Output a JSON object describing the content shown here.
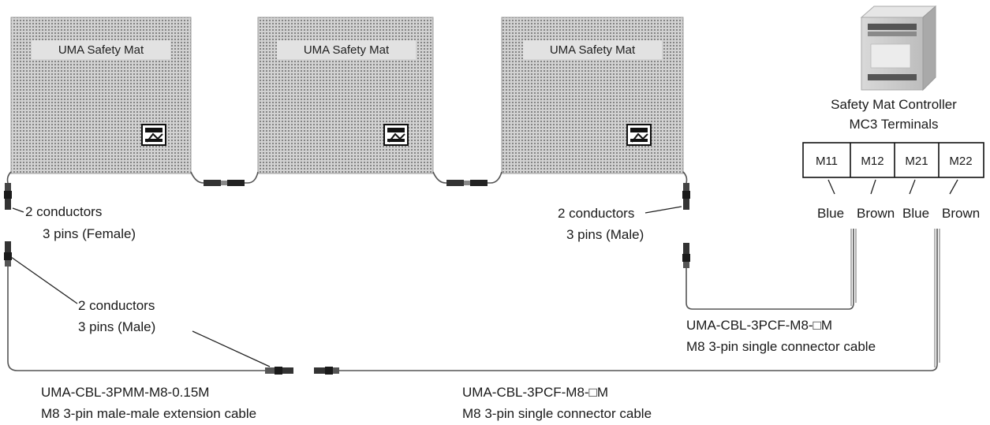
{
  "mats": [
    {
      "label": "UMA Safety Mat"
    },
    {
      "label": "UMA Safety Mat"
    },
    {
      "label": "UMA Safety Mat"
    }
  ],
  "controller": {
    "title_line1": "Safety Mat Controller",
    "title_line2": "MC3 Terminals",
    "terminals": [
      "M11",
      "M12",
      "M21",
      "M22"
    ],
    "wire_colors": [
      "Blue",
      "Brown",
      "Blue",
      "Brown"
    ]
  },
  "annotations": {
    "mat1_conn_line1": "2 conductors",
    "mat1_conn_line2": "3 pins (Female)",
    "mat3_conn_line1": "2 conductors",
    "mat3_conn_line2": "3 pins (Male)",
    "ext_conn_line1": "2 conductors",
    "ext_conn_line2": "3 pins (Male)"
  },
  "cables": {
    "extension_part": "UMA-CBL-3PMM-M8-0.15M",
    "extension_desc": "M8 3-pin male-male extension cable",
    "single_a_part": "UMA-CBL-3PCF-M8-□M",
    "single_a_desc": "M8 3-pin single connector cable",
    "single_b_part": "UMA-CBL-3PCF-M8-□M",
    "single_b_desc": "M8 3-pin single connector cable"
  },
  "colors": {
    "mat_fill": "#c9c9c9",
    "mat_dot": "#6e6e6e",
    "wire": "#555555",
    "text": "#1a1a1a"
  }
}
